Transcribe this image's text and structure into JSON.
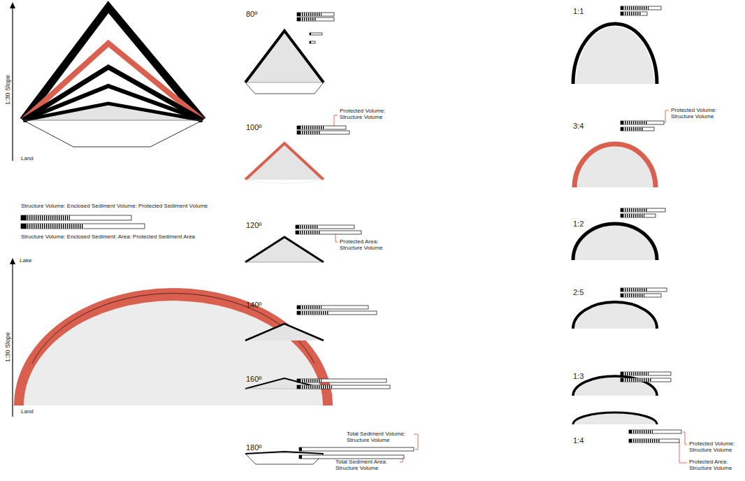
{
  "diagram": {
    "labels": [
      "1:30 Slope",
      "Land",
      "Structure Volume: Enclosed Sediment Volume: Protected Sediment Volume",
      "Structure Volume: Enclosed Sediment: Area: Protected Sediment Area",
      "Lake",
      "1:30 Slope",
      "Land",
      "80º",
      "100º",
      "Protected Volume: Structure Volume",
      "120º",
      "Protected Area: Structure Volume",
      "140º",
      "160º",
      "180º",
      "Total Sediment Volume: Structure Volume",
      "Total Sediment Area: Structure Volume",
      "1:1",
      "Protected Volume: Structure Volume",
      "3:4",
      "1:2",
      "2:5",
      "1:3",
      "1:4",
      "Protected Volume: Structure Volume",
      "Protected Area: Structure Volume"
    ]
  }
}
